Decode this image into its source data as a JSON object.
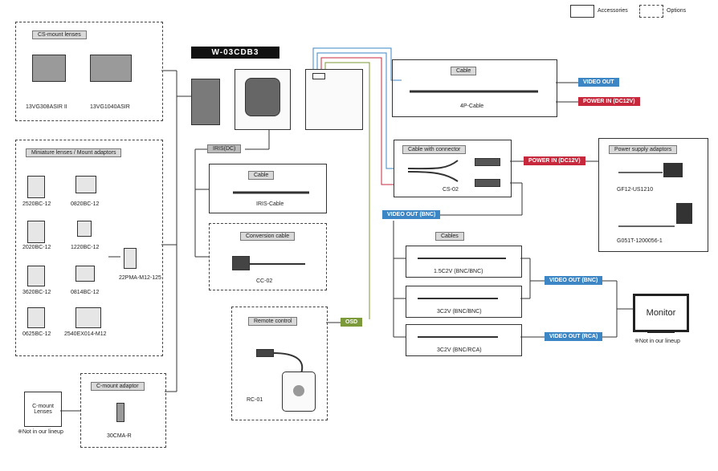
{
  "legend": {
    "accessories": "Accessories",
    "options": "Options"
  },
  "model": "W-03CDB3",
  "cs_lenses": {
    "title": "CS-mount lenses",
    "items": [
      "13VG308ASIR II",
      "13VG1040ASIR"
    ]
  },
  "miniature": {
    "title": "Miniature lenses / Mount adaptors",
    "items": [
      "2520BC-12",
      "0820BC-12",
      "2020BC-12",
      "1220BC-12",
      "3620BC-12",
      "0814BC-12",
      "0625BC-12",
      "2540EX014-M12",
      "22PMA-M12-125"
    ]
  },
  "c_mount_adaptor": {
    "title": "C-mount adaptor",
    "item": "30CMA-R"
  },
  "c_mount_lenses": {
    "label": "C-mount Lenses",
    "note": "※Not in our lineup"
  },
  "iris_dc": {
    "label": "IRIS(DC)"
  },
  "cable_box": {
    "title": "Cable",
    "item": "IRIS-Cable"
  },
  "conversion_cable": {
    "title": "Conversion cable",
    "item": "CC-02"
  },
  "remote": {
    "title": "Remote control",
    "item": "RC-01",
    "osd": "OSD"
  },
  "cable_4p": {
    "title": "Cable",
    "item": "4P-Cable"
  },
  "cable_with_connector": {
    "title": "Cable with connector",
    "item": "CS-02"
  },
  "power_supply": {
    "title": "Power supply adaptors",
    "items": [
      "GF12-US1210",
      "G051T-1200056-1"
    ]
  },
  "cables_bnc": {
    "title": "Cables",
    "items": [
      "1.5C2V (BNC/BNC)",
      "3C2V (BNC/BNC)",
      "3C2V (BNC/RCA)"
    ]
  },
  "tags": {
    "video_out": "VIDEO OUT",
    "power_in": "POWER IN (DC12V)",
    "power_in2": "POWER IN (DC12V)",
    "video_out_bnc": "VIDEO OUT (BNC)",
    "video_out_bnc2": "VIDEO OUT (BNC)",
    "video_out_rca": "VIDEO OUT (RCA)"
  },
  "monitor": {
    "label": "Monitor",
    "note": "※Not in our lineup"
  },
  "colors": {
    "blue": "#3d86c6",
    "red": "#c8283c",
    "olive": "#7c9a3a"
  }
}
